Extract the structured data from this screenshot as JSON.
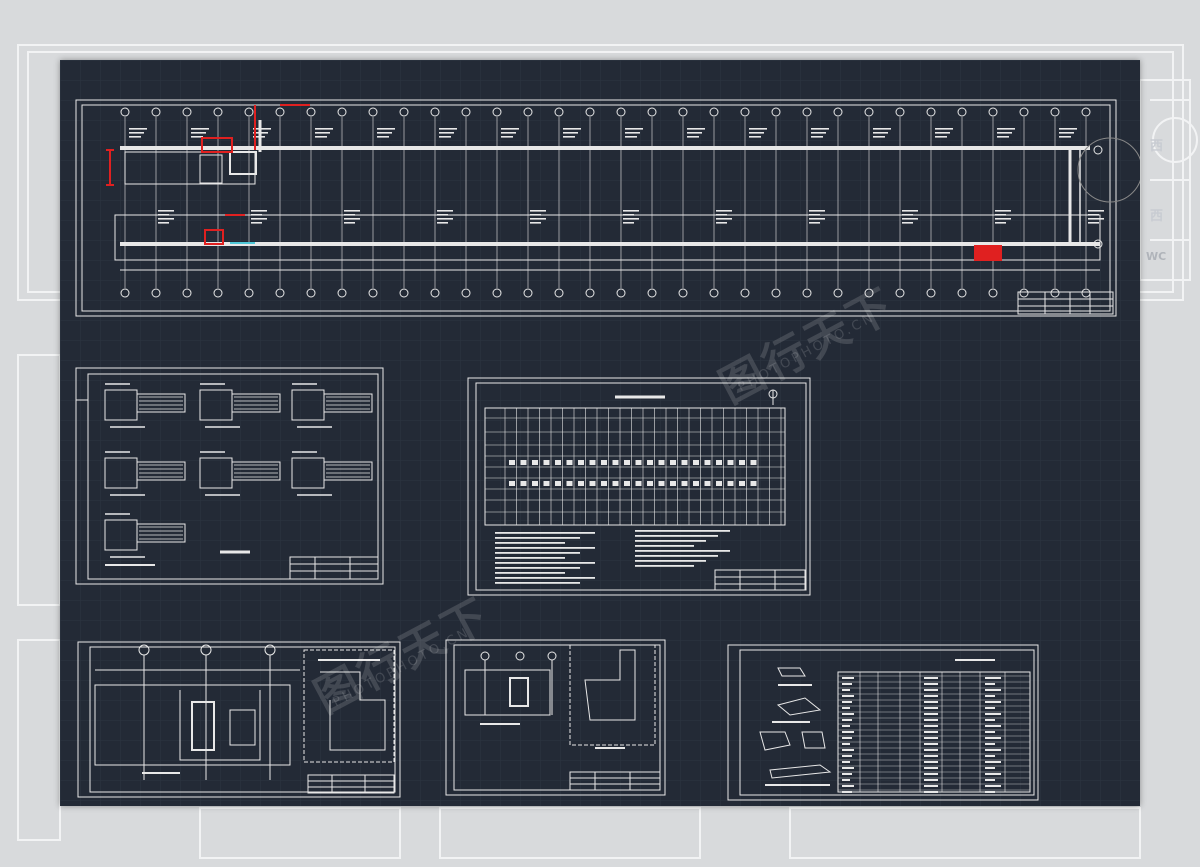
{
  "colors": {
    "background": "#d8dadc",
    "canvas": "#232a36",
    "grid": "#2d3541",
    "lines": "#e8e8e8",
    "accent_red": "#e02020",
    "accent_cyan": "#4fc8d8"
  },
  "watermark": {
    "cn": "图行天下",
    "en": "PHOTOPHOTO.CN"
  },
  "side_labels": {
    "top": "西",
    "bottom": "西",
    "corner": "WC"
  }
}
